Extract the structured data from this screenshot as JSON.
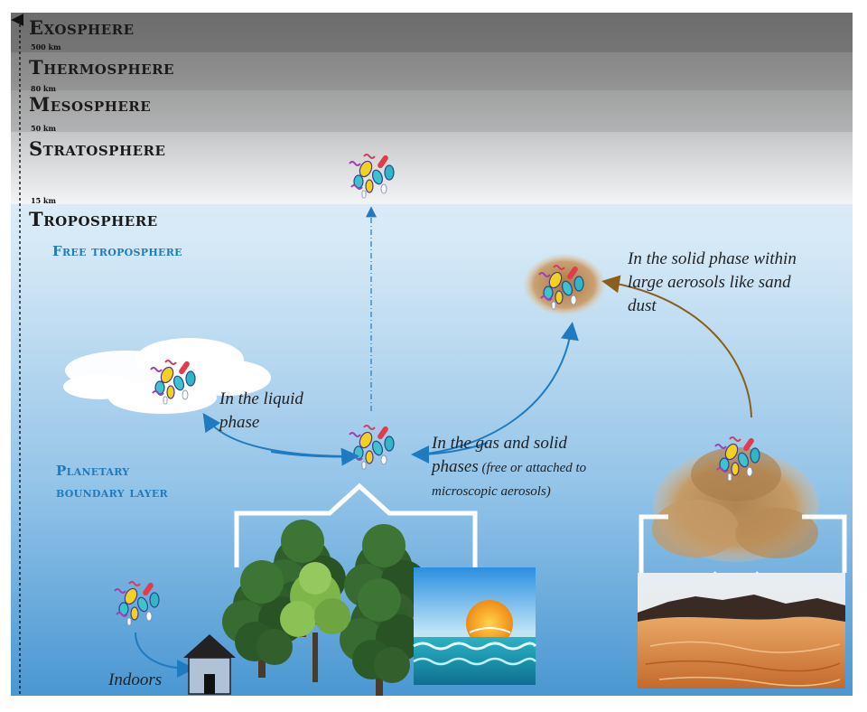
{
  "layers": {
    "exosphere": "Exosphere",
    "thermosphere": "Thermosphere",
    "mesosphere": "Mesosphere",
    "stratosphere": "Stratosphere",
    "troposphere": "Troposphere"
  },
  "altitudes": {
    "a500": "500 km",
    "a80": "80 km",
    "a50": "50 km",
    "a15": "15 km"
  },
  "zones": {
    "free_troposphere": "Free troposphere",
    "pbl_line1": "Planetary",
    "pbl_line2": "boundary layer"
  },
  "phases": {
    "liquid_line1": "In the liquid",
    "liquid_line2": "phase",
    "gas_line1": "In the gas and solid",
    "gas_line2": "phases",
    "gas_note_line2": " (free or attached to",
    "gas_line3": "microscopic aerosols)",
    "solid_line1": "In the solid phase within",
    "solid_line2": "large aerosols like sand",
    "solid_line3": "dust"
  },
  "indoors": "Indoors",
  "colors": {
    "zone_blue": "#1f7bbf",
    "arrow_blue": "#1f7bbf",
    "arrow_brown": "#9a6b1f",
    "upper_gray": "#707070"
  }
}
